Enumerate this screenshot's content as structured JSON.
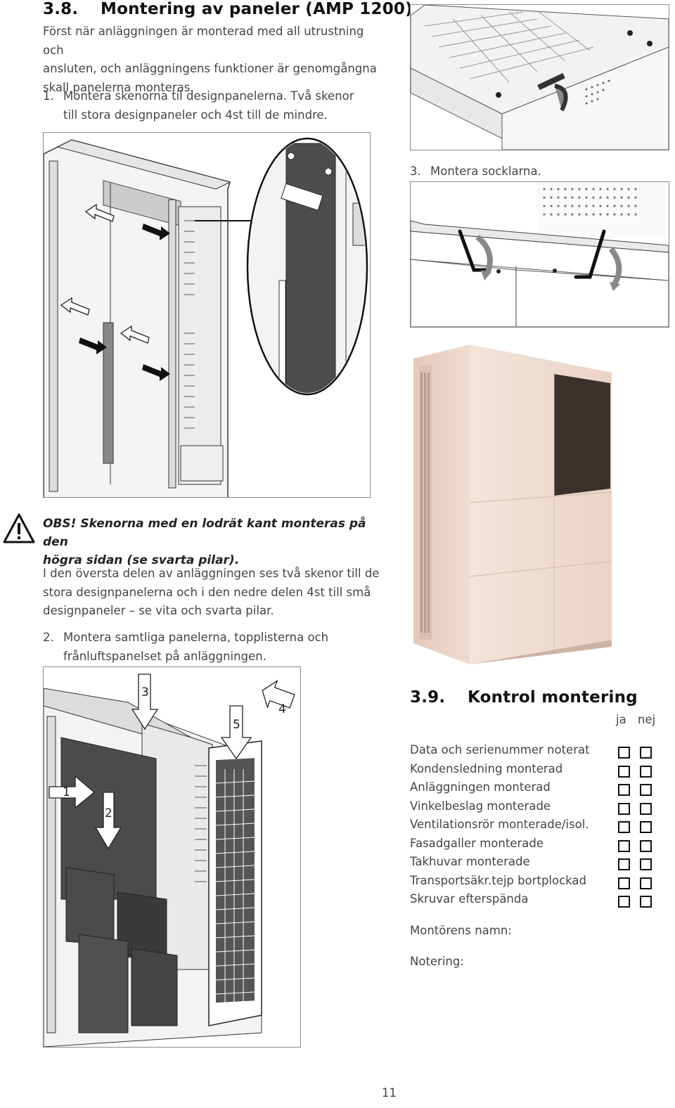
{
  "section38": {
    "number": "3.8.",
    "title": "Montering av paneler (AMP 1200)",
    "intro": [
      "Först när anläggningen är monterad med all utrustning och",
      "ansluten, och anläggningens funktioner är genomgångna",
      "skall panelerna monteras."
    ],
    "step1_num": "1.",
    "step1": [
      "Montera skenorna til designpanelerna. Två skenor",
      "till stora designpaneler och 4st till de mindre."
    ],
    "warning": [
      "OBS! Skenorna med en lodrät kant monteras på den",
      "högra sidan (se svarta pilar)."
    ],
    "para": [
      "I den översta delen av anläggningen ses två skenor till de",
      "stora designpanelerna och i den nedre delen 4st till små",
      "designpaneler – se vita och svarta pilar."
    ],
    "step2_num": "2.",
    "step2": [
      "Montera samtliga panelerna, topplisterna och",
      "frånluftspanelset på anläggningen."
    ],
    "step3_num": "3.",
    "step3": "Montera socklarna.",
    "figure_numbers": [
      "1",
      "2",
      "3",
      "4",
      "5"
    ]
  },
  "section39": {
    "number": "3.9.",
    "title": "Kontrol montering",
    "col_yes": "ja",
    "col_no": "nej",
    "items": [
      "Data och serienummer noterat",
      "Kondensledning monterad",
      "Anläggningen monterad",
      "Vinkelbeslag monterade",
      "Ventilationsrör monterade/isol.",
      "Fasadgaller monterade",
      "Takhuvar monterade",
      "Transportsäkr.tejp bortplockad",
      "Skruvar efterspända"
    ],
    "installer_label": "Montörens namn:",
    "note_label": "Notering:"
  },
  "page_number": "11",
  "colors": {
    "panel_dark": "#4a4a4a",
    "unit_beige": "#efd9cc",
    "unit_dark_panel": "#3a302c",
    "frame": "#888888"
  }
}
